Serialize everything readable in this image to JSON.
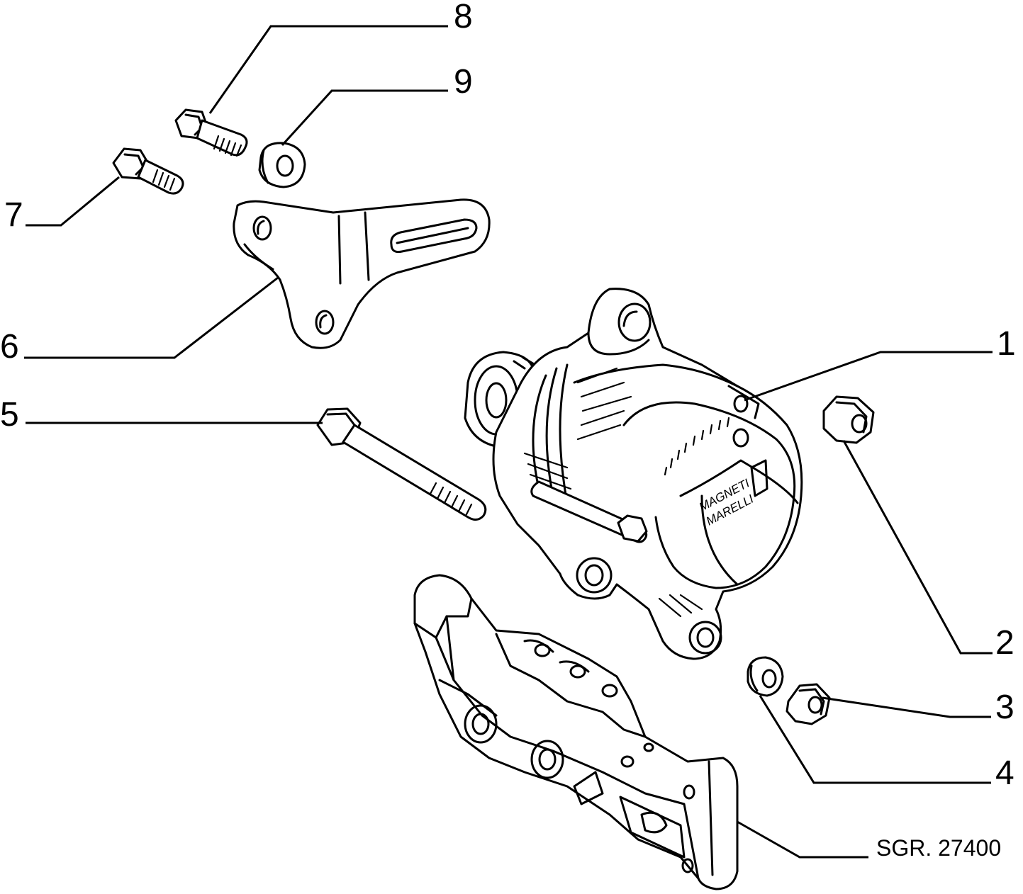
{
  "callouts": [
    {
      "id": "1",
      "label": "1"
    },
    {
      "id": "2",
      "label": "2"
    },
    {
      "id": "3",
      "label": "3"
    },
    {
      "id": "4",
      "label": "4"
    },
    {
      "id": "5",
      "label": "5"
    },
    {
      "id": "6",
      "label": "6"
    },
    {
      "id": "7",
      "label": "7"
    },
    {
      "id": "8",
      "label": "8"
    },
    {
      "id": "9",
      "label": "9"
    }
  ],
  "drawing_code": "SGR. 27400",
  "alternator_logo": {
    "line1": "MAGNETI",
    "line2": "MARELLI"
  }
}
